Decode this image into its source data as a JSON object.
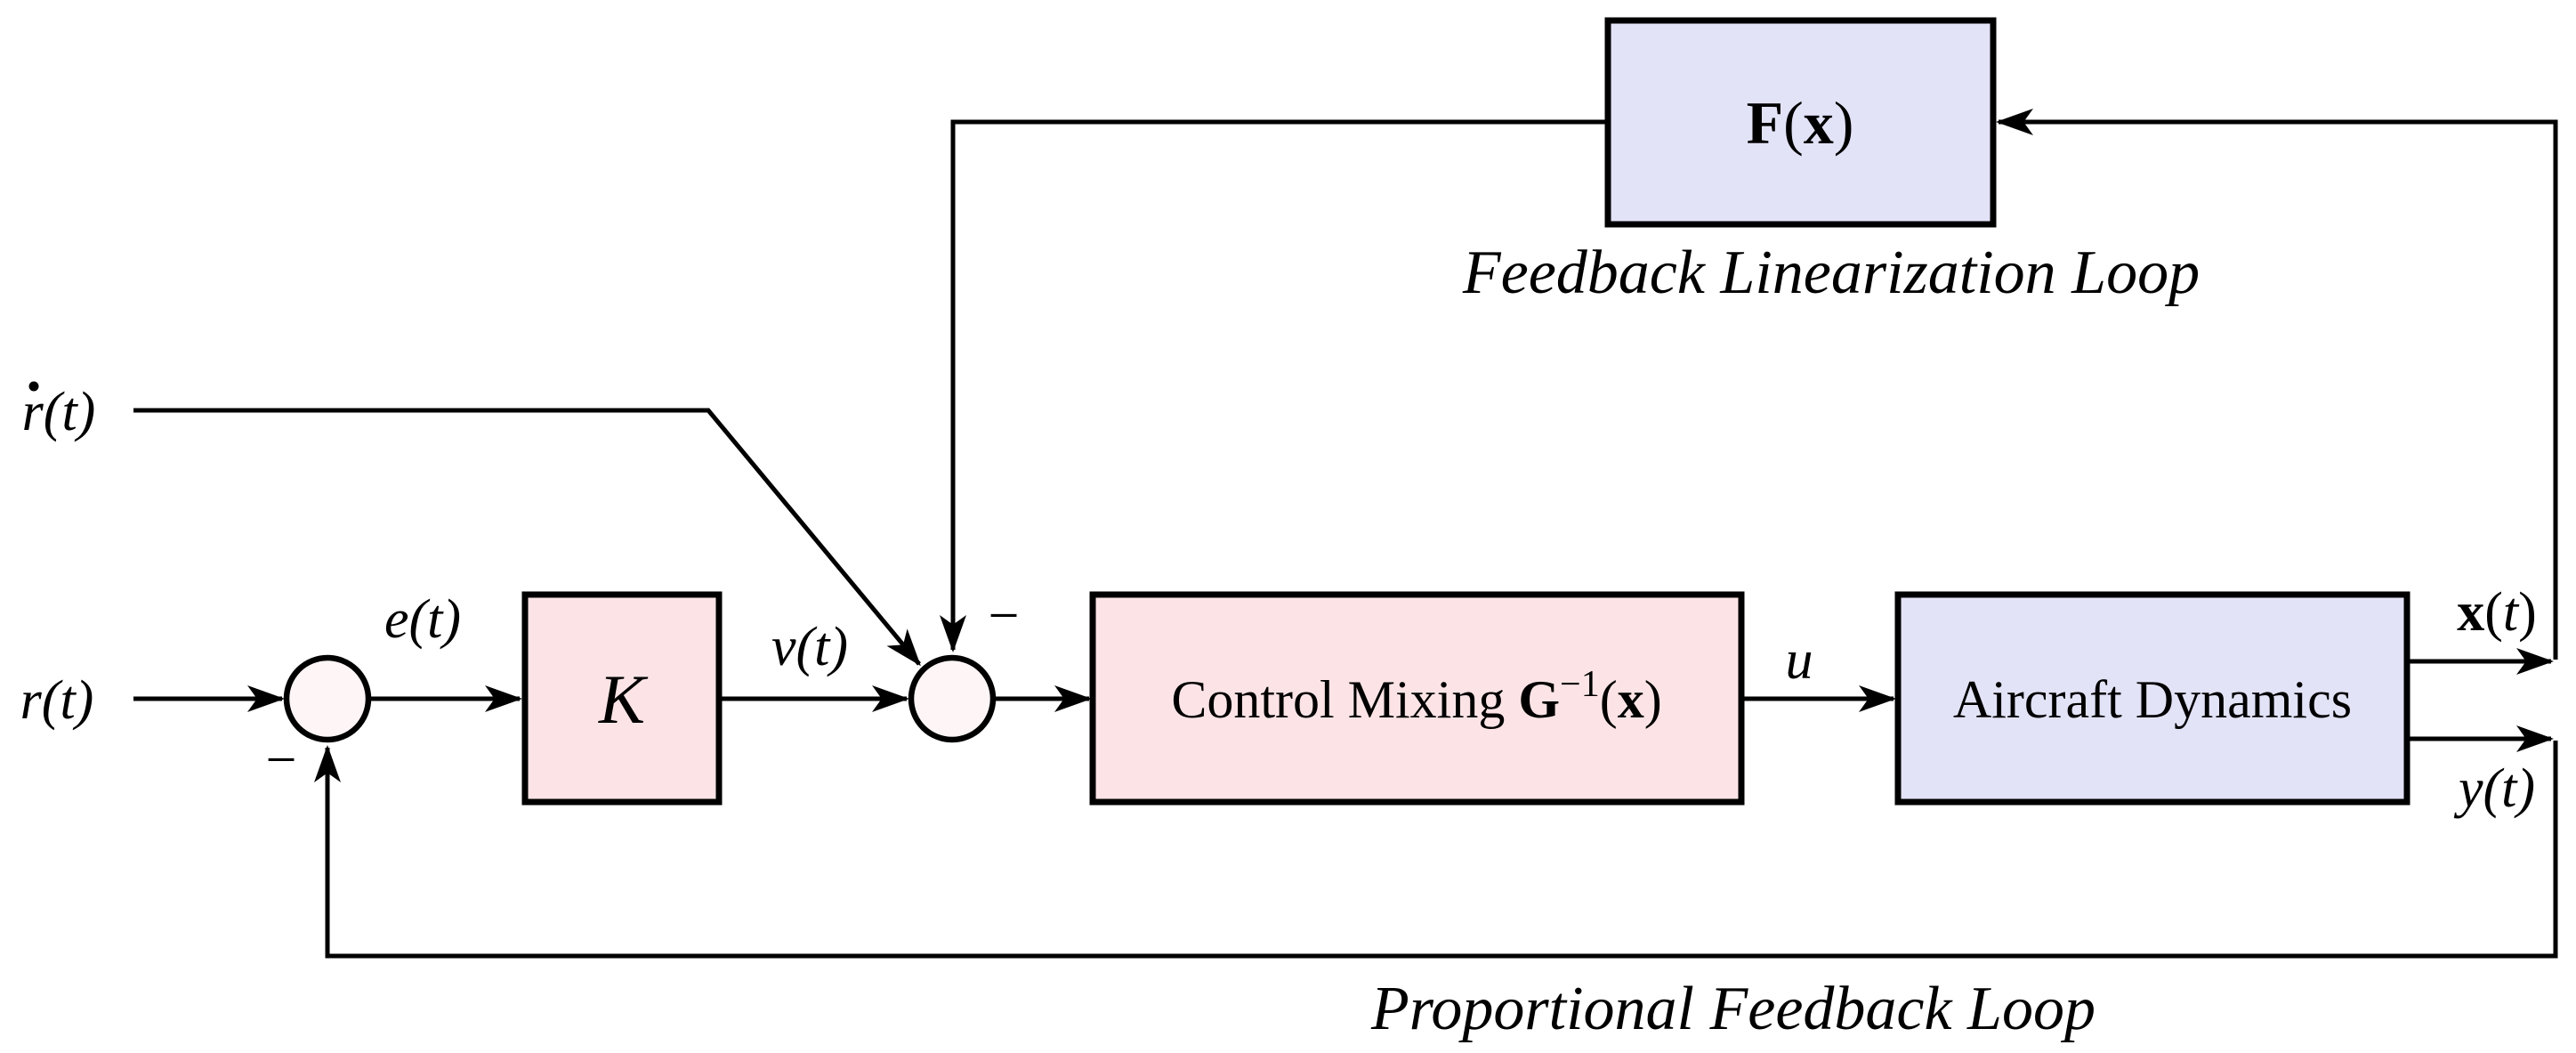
{
  "colors": {
    "block_pink": "#FCE4E6",
    "block_blue": "#E3E3F8",
    "junction_fill": "#FEF5F6",
    "line_black": "#000000"
  },
  "blocks": {
    "gain": {
      "label": "K"
    },
    "control_mixing": {
      "prefix": "Control Mixing ",
      "matrix": "G",
      "superscript": "−1",
      "open_paren": "(",
      "state": "x",
      "close_paren": ")"
    },
    "aircraft": {
      "label": "Aircraft Dynamics"
    },
    "feedback_linearization": {
      "f": "F",
      "open_paren": "(",
      "state": "x",
      "close_paren": ")"
    }
  },
  "signals": {
    "reference": "r(t)",
    "reference_rate_base": "r(t)",
    "error": "e(t)",
    "virtual_control": "v(t)",
    "control_input": "u",
    "state_bold": "x",
    "paren_open": "(",
    "time_var": "t",
    "paren_close": ")",
    "output": "y(t)",
    "minus": "−"
  },
  "captions": {
    "feedback_linearization_loop": "Feedback Linearization Loop",
    "proportional_feedback_loop": "Proportional Feedback Loop"
  }
}
